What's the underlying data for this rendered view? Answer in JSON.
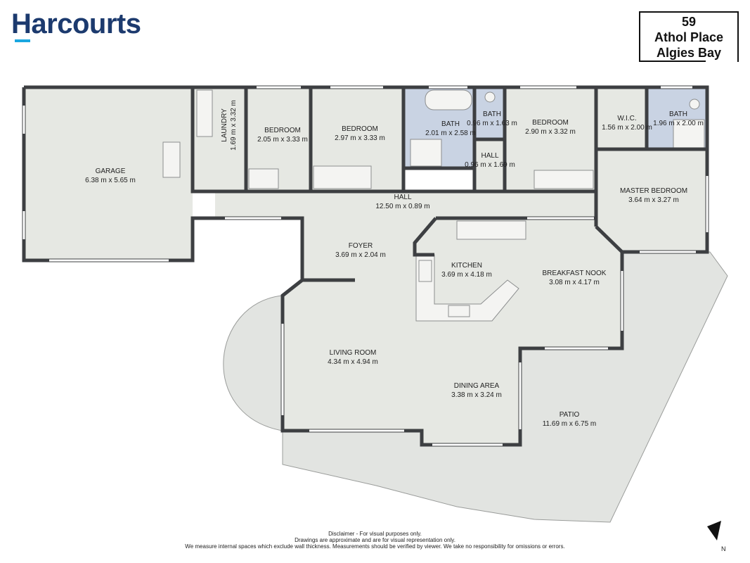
{
  "brand": {
    "name": "Harcourts",
    "accent": "#1aa7e0",
    "primary": "#1c3a6e"
  },
  "address": {
    "line1": "59",
    "line2": "Athol Place",
    "line3": "Algies Bay"
  },
  "rooms": {
    "garage": {
      "name": "GARAGE",
      "dims": "6.38 m x 5.65 m"
    },
    "laundry": {
      "name": "LAUNDRY",
      "dims": "1.69 m x 3.32 m"
    },
    "bed1": {
      "name": "BEDROOM",
      "dims": "2.05 m x 3.33 m"
    },
    "bed2": {
      "name": "BEDROOM",
      "dims": "2.97 m x 3.33 m"
    },
    "bath1": {
      "name": "BATH",
      "dims": "2.01 m x 2.58 m"
    },
    "bath2": {
      "name": "BATH",
      "dims": "0.96 m x 1.63 m"
    },
    "hall_small": {
      "name": "HALL",
      "dims": "0.96 m x 1.69 m"
    },
    "bed3": {
      "name": "BEDROOM",
      "dims": "2.90 m x 3.32 m"
    },
    "wic": {
      "name": "W.I.C.",
      "dims": "1.56 m x 2.00 m"
    },
    "bath3": {
      "name": "BATH",
      "dims": "1.96 m x 2.00 m"
    },
    "hall": {
      "name": "HALL",
      "dims": "12.50 m x 0.89 m"
    },
    "master": {
      "name": "MASTER BEDROOM",
      "dims": "3.64 m x 3.27 m"
    },
    "foyer": {
      "name": "FOYER",
      "dims": "3.69 m x 2.04 m"
    },
    "kitchen": {
      "name": "KITCHEN",
      "dims": "3.69 m x 4.18 m"
    },
    "nook": {
      "name": "BREAKFAST NOOK",
      "dims": "3.08 m x 4.17 m"
    },
    "living": {
      "name": "LIVING ROOM",
      "dims": "4.34 m x 4.94 m"
    },
    "dining": {
      "name": "DINING AREA",
      "dims": "3.38 m x 3.24 m"
    },
    "patio": {
      "name": "PATIO",
      "dims": "11.69 m x 6.75 m"
    }
  },
  "disclaimer": {
    "line1": "Disclaimer - For visual purposes only.",
    "line2": "Drawings are approximate and are for visual representation only.",
    "line3": "We measure internal spaces which exclude wall thickness. Measurements should be verified by viewer. We take no responsibility for omissions or errors."
  },
  "north_label": "N",
  "colors": {
    "floor": "#e6e8e3",
    "wall": "#3d3f42",
    "wet": "#c9d3e3",
    "patio": "#e2e4e1"
  }
}
